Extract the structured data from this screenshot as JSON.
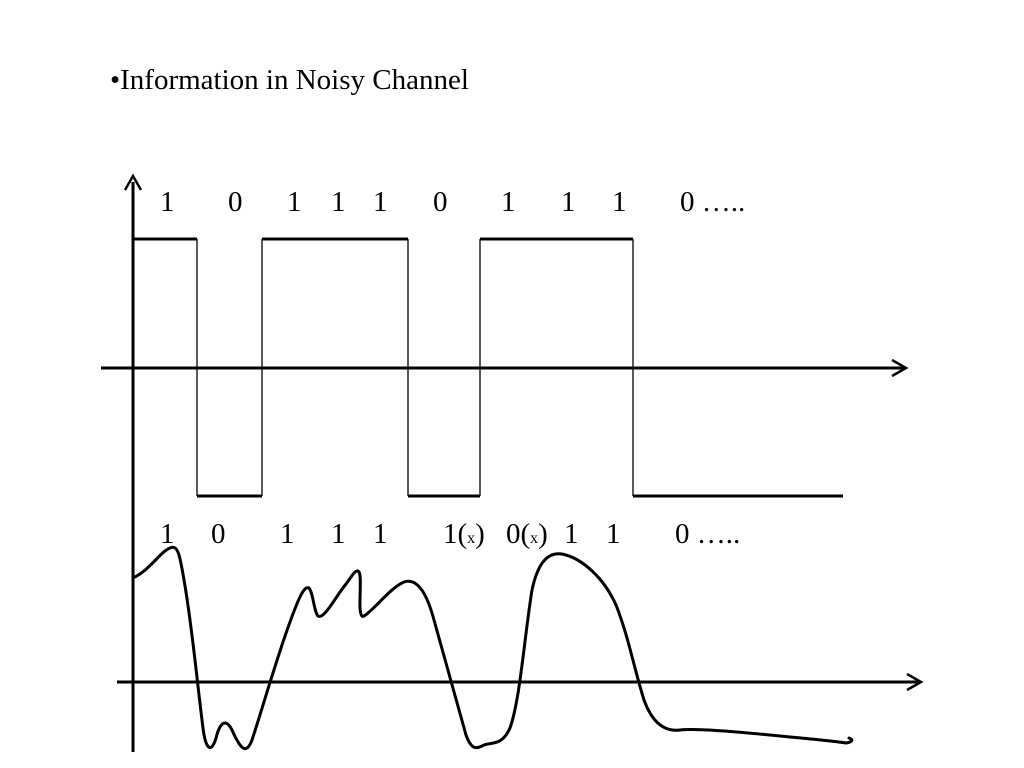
{
  "title": "•Information in Noisy Channel",
  "sent_bits": [
    "1",
    "0",
    "1",
    "1",
    "1",
    "0",
    "1",
    "1",
    "1",
    "0 ….."
  ],
  "received_bits": [
    {
      "text": "1"
    },
    {
      "text": "0"
    },
    {
      "text": "1"
    },
    {
      "text": "1"
    },
    {
      "text": "1"
    },
    {
      "text": "1(",
      "mark": "x",
      "close": ")"
    },
    {
      "text": "0(",
      "mark": "x",
      "close": ")"
    },
    {
      "text": "1"
    },
    {
      "text": "1"
    },
    {
      "text": "0 ….."
    }
  ],
  "colors": {
    "line": "#000000",
    "background": "#ffffff"
  }
}
